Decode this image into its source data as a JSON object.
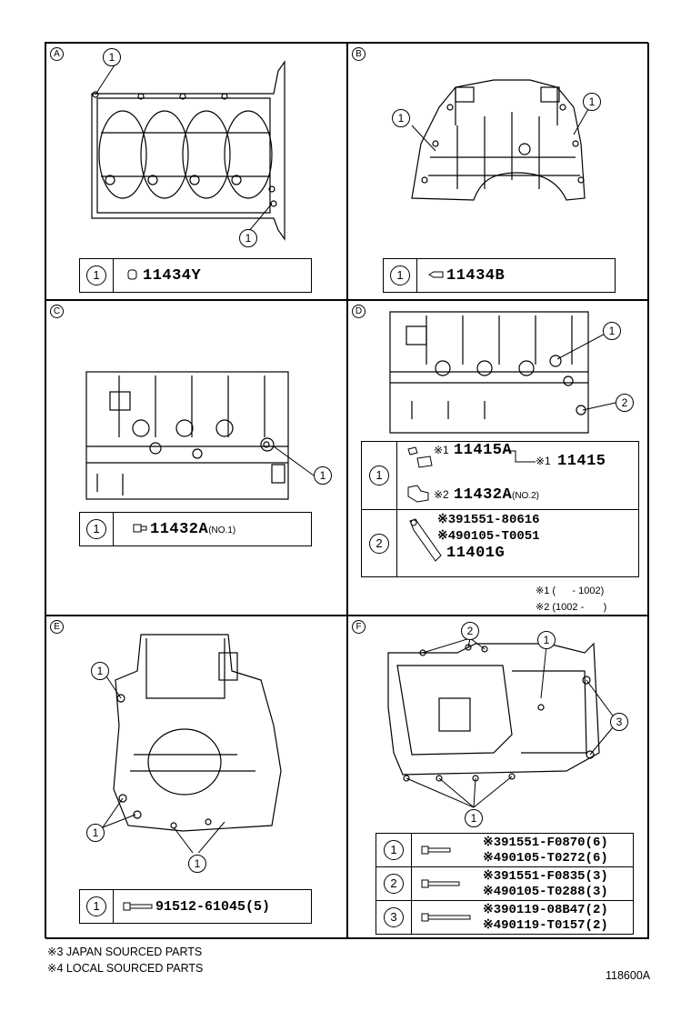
{
  "panels": {
    "A": {
      "label": "A",
      "callouts": [
        "1",
        "1"
      ],
      "rows": [
        {
          "ref": "1",
          "part": "11434Y"
        }
      ]
    },
    "B": {
      "label": "B",
      "callouts": [
        "1",
        "1"
      ],
      "rows": [
        {
          "ref": "1",
          "part": "11434B"
        }
      ]
    },
    "C": {
      "label": "C",
      "callouts": [
        "1"
      ],
      "rows": [
        {
          "ref": "1",
          "part": "11432A",
          "note": "(NO.1)"
        }
      ]
    },
    "D": {
      "label": "D",
      "callouts": [
        "1",
        "2"
      ],
      "row1": {
        "ref": "1",
        "a_mark": "※1",
        "a_part": "11415A",
        "b_mark": "※1",
        "b_part": "11415",
        "c_mark": "※2",
        "c_part": "11432A",
        "c_note": "(NO.2)"
      },
      "row2": {
        "ref": "2",
        "l1": "※391551-80616",
        "l2": "※490105-T0051",
        "l3": "11401G"
      },
      "notes": [
        "※1 (      - 1002)",
        "※2 (1002 -       )"
      ]
    },
    "E": {
      "label": "E",
      "callouts": [
        "1",
        "1",
        "1"
      ],
      "rows": [
        {
          "ref": "1",
          "part": "91512-61045(5)"
        }
      ]
    },
    "F": {
      "label": "F",
      "callouts": [
        "2",
        "1",
        "3",
        "1"
      ],
      "rows": [
        {
          "ref": "1",
          "l1": "※391551-F0870(6)",
          "l2": "※490105-T0272(6)"
        },
        {
          "ref": "2",
          "l1": "※391551-F0835(3)",
          "l2": "※490105-T0288(3)"
        },
        {
          "ref": "3",
          "l1": "※390119-08B47(2)",
          "l2": "※490119-T0157(2)"
        }
      ]
    }
  },
  "footer": {
    "note3": "※3 JAPAN SOURCED PARTS",
    "note4": "※4 LOCAL SOURCED PARTS",
    "code": "118600A"
  }
}
